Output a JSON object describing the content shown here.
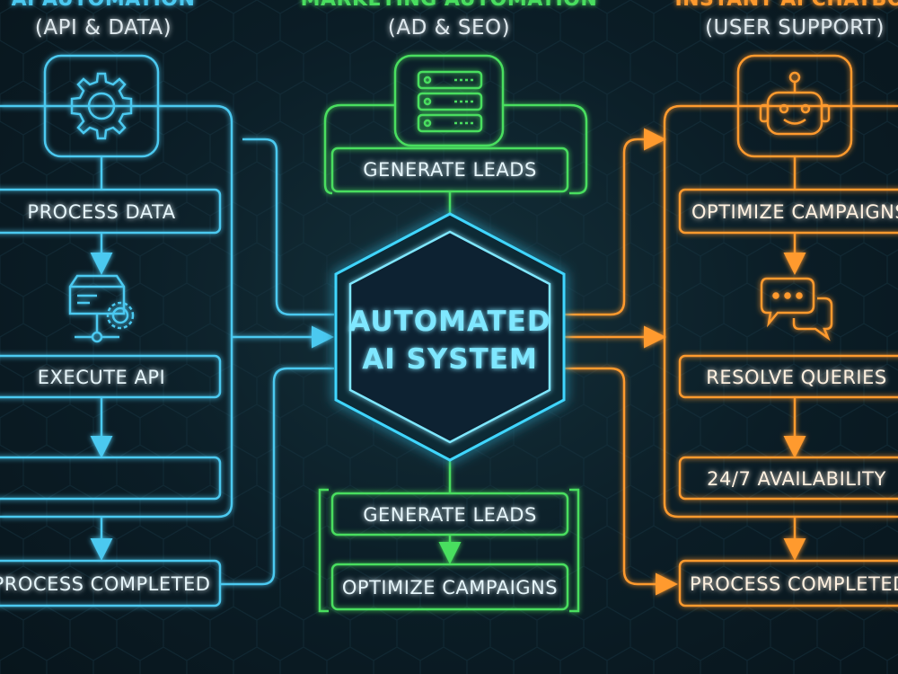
{
  "columns": {
    "left": {
      "title": "AI AUTOMATION",
      "subtitle": "(API & DATA)",
      "color": "#4cc9f0",
      "icon": "gear-icon",
      "icon2": "server-gear-icon",
      "steps": [
        "PROCESS DATA",
        "EXECUTE API",
        "",
        "PROCESS COMPLETED"
      ]
    },
    "center": {
      "title": "MARKETING AUTOMATION",
      "subtitle": "(AD & SEO)",
      "color": "#4ade5e",
      "icon": "server-icon",
      "top_step": "GENERATE LEADS",
      "bottom_steps": [
        "GENERATE LEADS",
        "OPTIMIZE CAMPAIGNS"
      ]
    },
    "right": {
      "title": "INSTANT AI CHATBOT",
      "subtitle": "(USER SUPPORT)",
      "color": "#ff9a2e",
      "icon": "robot-icon",
      "icon2": "chat-bubbles-icon",
      "steps": [
        "OPTIMIZE CAMPAIGNS",
        "RESOLVE QUERIES",
        "24/7 AVAILABILITY",
        "PROCESS COMPLETED"
      ]
    }
  },
  "core": {
    "line1": "AUTOMATED",
    "line2": "AI SYSTEM",
    "color": "#7fe7ff"
  }
}
